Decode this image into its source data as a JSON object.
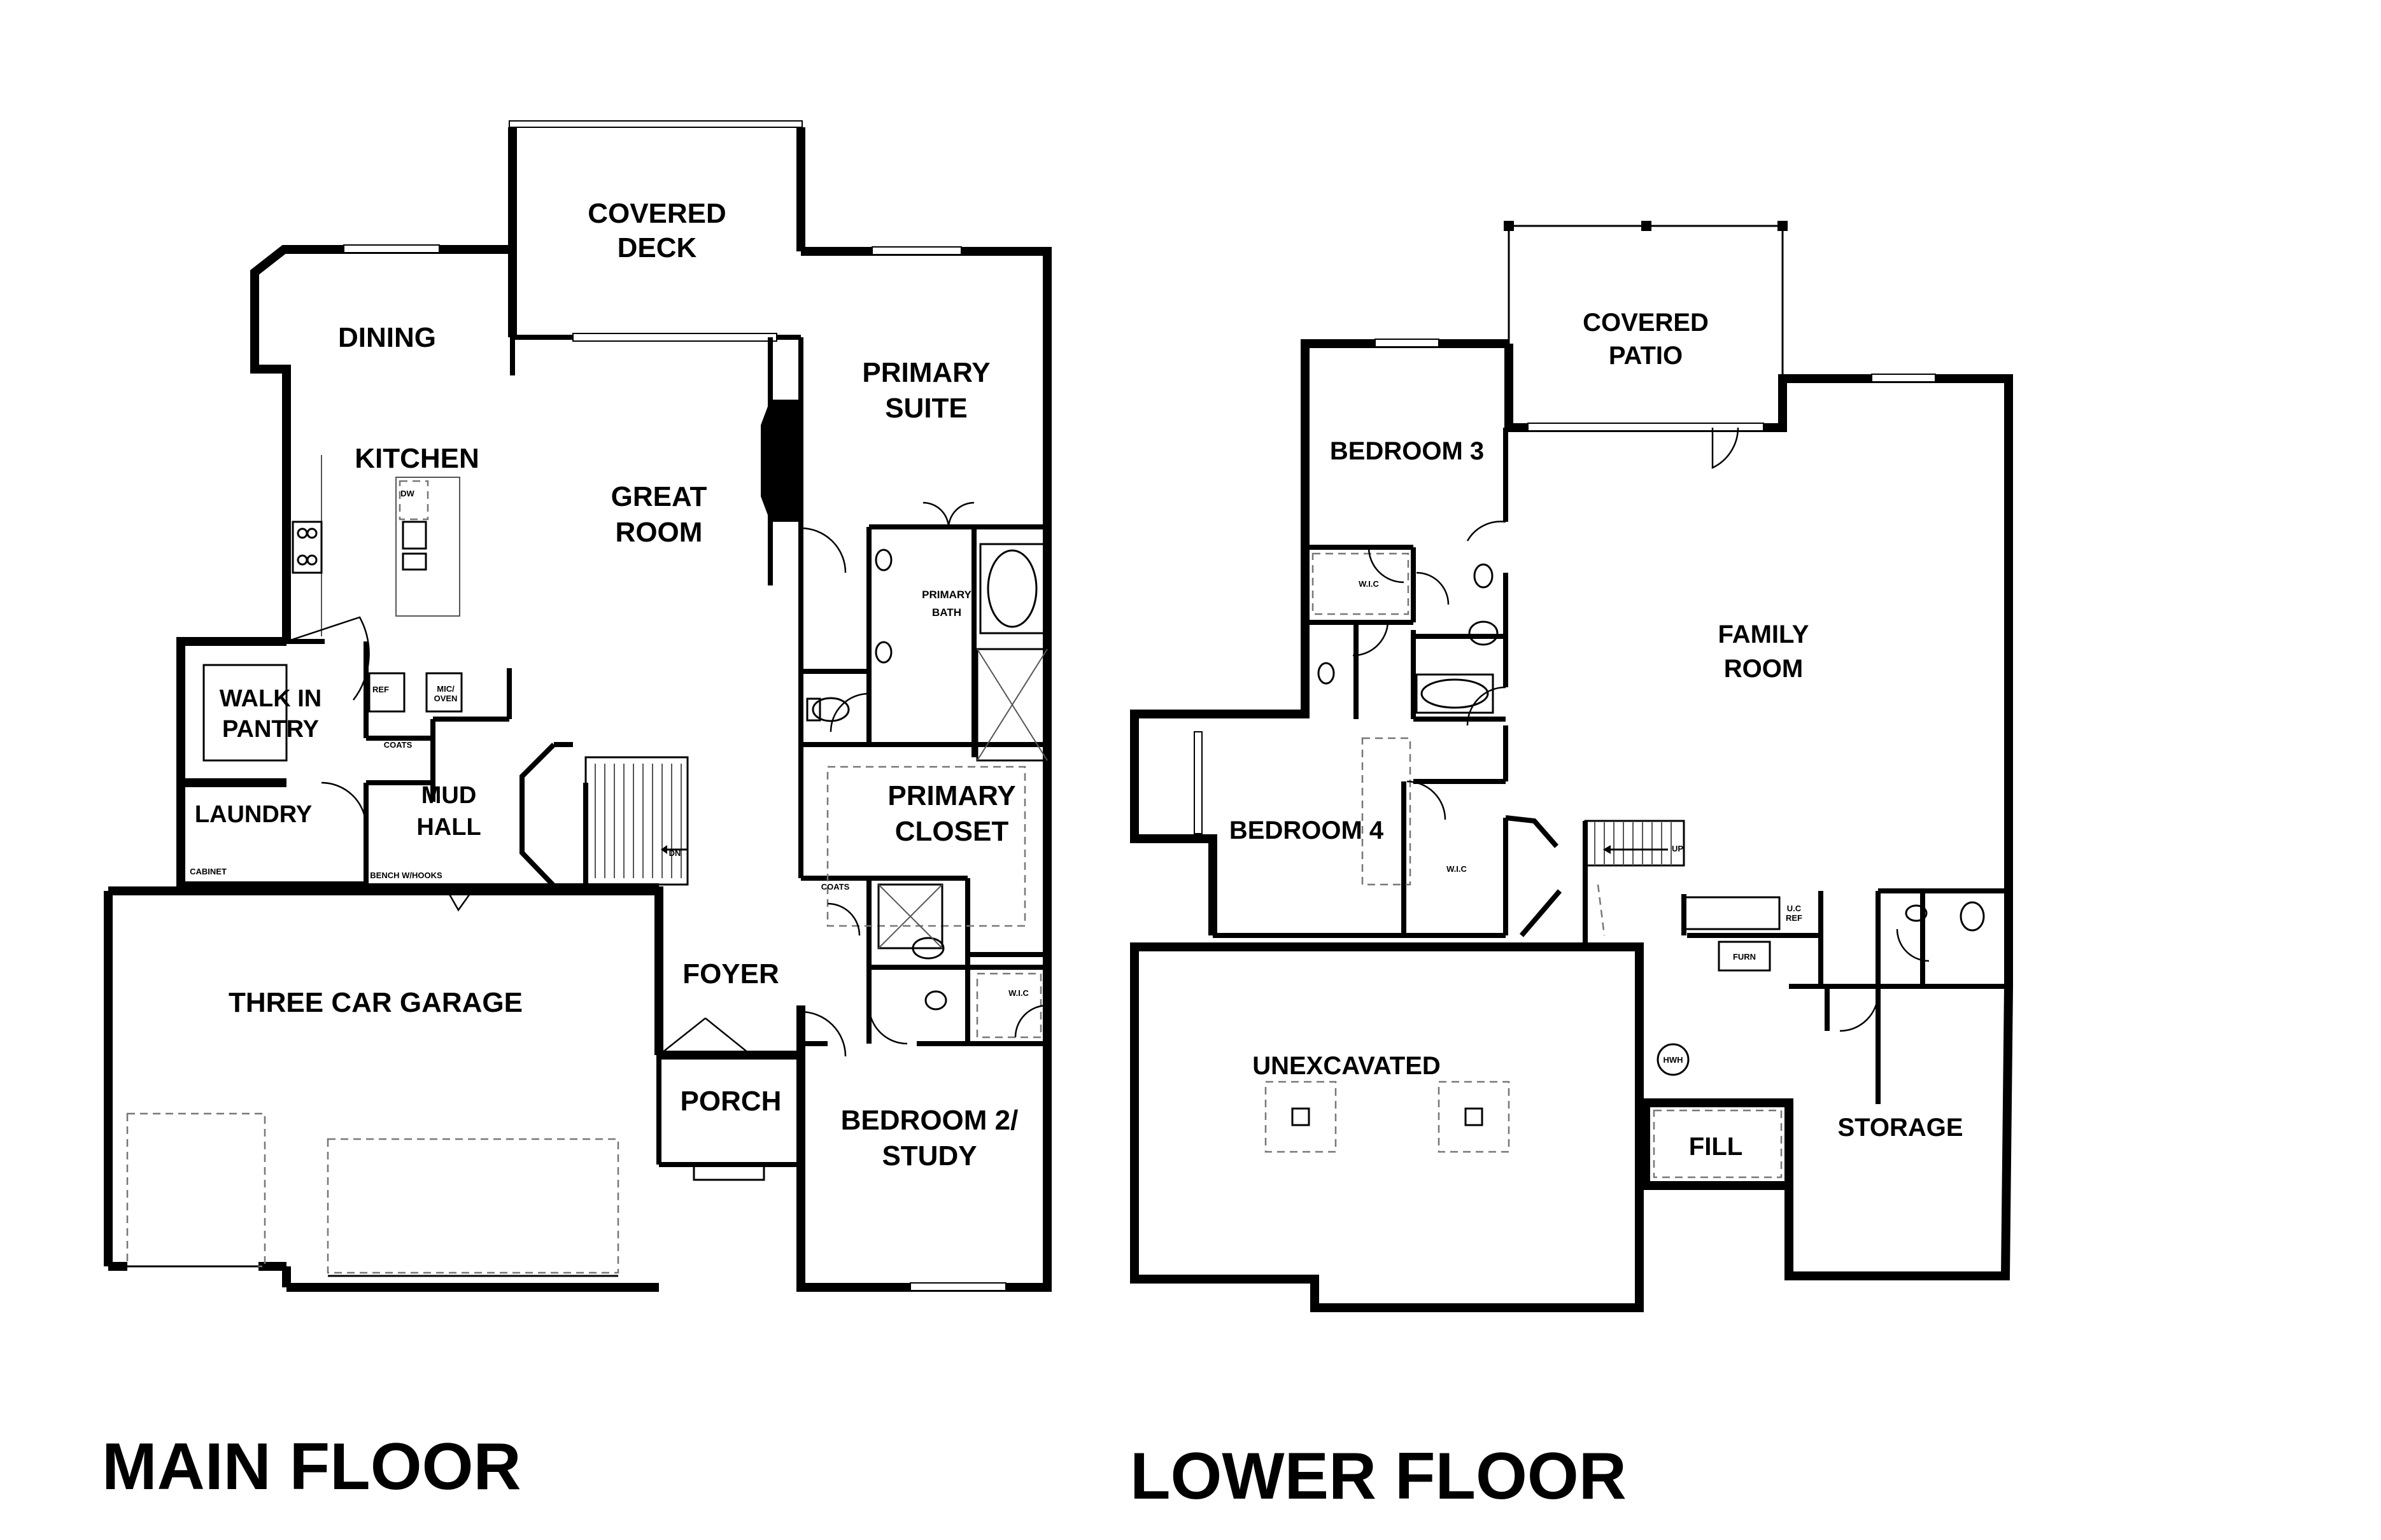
{
  "main_floor": {
    "title": "MAIN FLOOR",
    "rooms": {
      "covered_deck": [
        "COVERED",
        "DECK"
      ],
      "dining": "DINING",
      "kitchen": "KITCHEN",
      "great_room": [
        "GREAT",
        "ROOM"
      ],
      "primary_suite": [
        "PRIMARY",
        "SUITE"
      ],
      "primary_bath": [
        "PRIMARY",
        "BATH"
      ],
      "walk_in_pantry": [
        "WALK IN",
        "PANTRY"
      ],
      "laundry": "LAUNDRY",
      "mud_hall": [
        "MUD",
        "HALL"
      ],
      "primary_closet": [
        "PRIMARY",
        "CLOSET"
      ],
      "foyer": "FOYER",
      "three_car_garage": "THREE CAR GARAGE",
      "porch": "PORCH",
      "bedroom2": [
        "BEDROOM 2/",
        "STUDY"
      ]
    },
    "fixtures": {
      "dw": "DW",
      "ref": "REF",
      "mic_oven": [
        "MIC/",
        "OVEN"
      ],
      "coats_mud": "COATS",
      "cabinet": "CABINET",
      "bench": "BENCH W/HOOKS",
      "coats_foyer": "COATS",
      "wic": "W.I.C",
      "dn": "DN"
    }
  },
  "lower_floor": {
    "title": "LOWER FLOOR",
    "rooms": {
      "covered_patio": [
        "COVERED",
        "PATIO"
      ],
      "bedroom3": "BEDROOM 3",
      "family_room": [
        "FAMILY",
        "ROOM"
      ],
      "bedroom4": "BEDROOM 4",
      "unexcavated": "UNEXCAVATED",
      "fill": "FILL",
      "storage": "STORAGE"
    },
    "fixtures": {
      "wic_bed3": "W.I.C",
      "wic_bed4": "W.I.C",
      "up": "UP",
      "uc_ref": [
        "U.C",
        "REF"
      ],
      "furn": "FURN",
      "hwh": "HWH"
    }
  }
}
